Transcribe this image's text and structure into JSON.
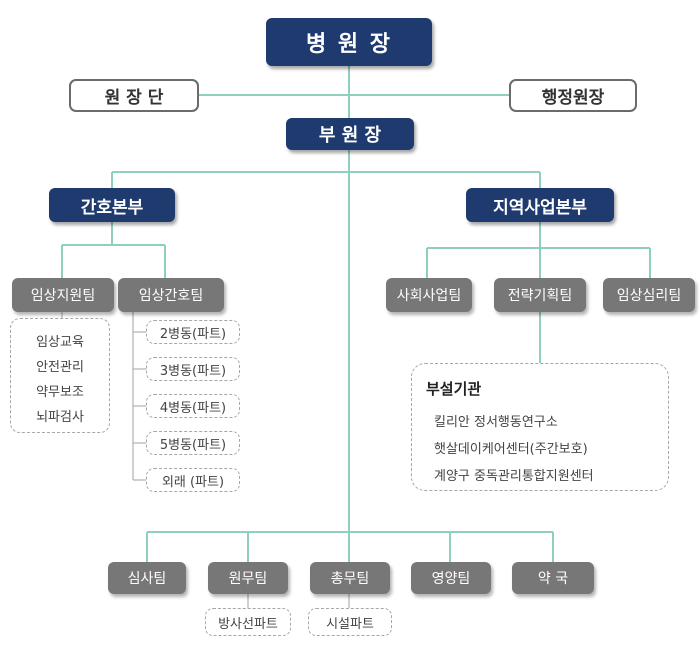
{
  "nodes": {
    "hospital_director": "병 원 장",
    "director_group": "원 장 단",
    "admin_director": "행정원장",
    "vice_director": "부 원 장",
    "nursing_division": "간호본부",
    "community_division": "지역사업본부",
    "clinical_support_team": "임상지원팀",
    "clinical_nursing_team": "임상간호팀",
    "social_work_team": "사회사업팀",
    "strategy_team": "전략기획팀",
    "clinical_psych_team": "임상심리팀",
    "review_team": "심사팀",
    "medical_affairs_team": "원무팀",
    "general_affairs_team": "총무팀",
    "nutrition_team": "영양팀",
    "pharmacy": "약 국",
    "radiology_part": "방사선파트",
    "facility_part": "시설파트"
  },
  "clinical_support_items": [
    "임상교육",
    "안전관리",
    "약무보조",
    "뇌파검사"
  ],
  "ward_parts": [
    "2병동(파트)",
    "3병동(파트)",
    "4병동(파트)",
    "5병동(파트)",
    "외래 (파트)"
  ],
  "affiliated": {
    "title": "부설기관",
    "items": [
      "킬리안 정서행동연구소",
      "햇살데이케어센터(주간보호)",
      "계양구 중독관리통합지원센터"
    ]
  },
  "colors": {
    "navy": "#1f3a6e",
    "gray_box": "#777777",
    "line": "#8fcfc0",
    "dashed": "#a6a6a6"
  }
}
